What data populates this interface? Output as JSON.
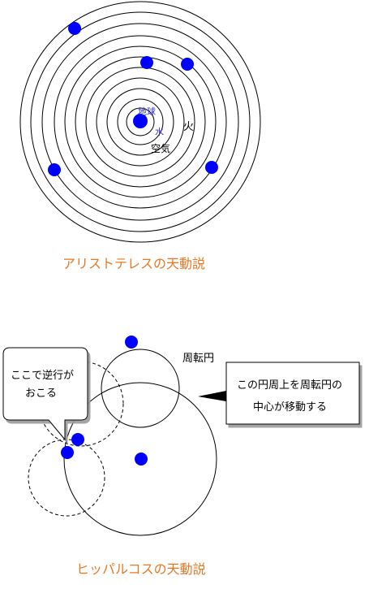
{
  "aristotle": {
    "title": "アリストテレスの天動説",
    "labels": {
      "earth": "地球",
      "water": "水",
      "fire": "火",
      "air": "空気"
    }
  },
  "hipparchus": {
    "title": "ヒッパルコスの天動説",
    "epicycle_label": "周転円",
    "callout_left": {
      "line1": "ここで逆行が",
      "line2": "おこる"
    },
    "callout_right": {
      "line1": "この円周上を周転円の",
      "line2": "中心が移動する"
    }
  },
  "colors": {
    "planet": "#0000ff",
    "title": "#e87722",
    "inner_label": "#3333cc",
    "line": "#000000"
  }
}
